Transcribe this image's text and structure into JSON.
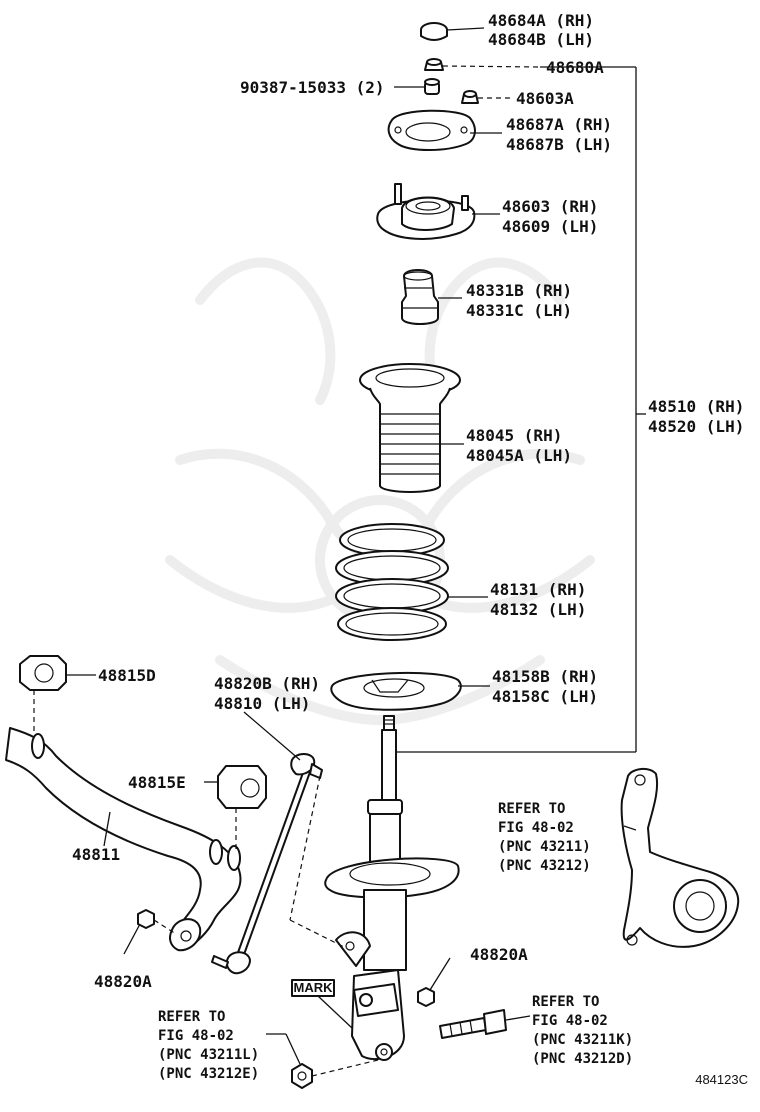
{
  "diagram": {
    "figure_code": "484123C",
    "mark_label": "MARK",
    "labels": {
      "p48684": [
        "48684A (RH)",
        "48684B (LH)"
      ],
      "p48680": [
        "48680A"
      ],
      "p90387": [
        "90387-15033 (2)"
      ],
      "p48603a": [
        "48603A"
      ],
      "p48687": [
        "48687A (RH)",
        "48687B (LH)"
      ],
      "p48603": [
        "48603 (RH)",
        "48609 (LH)"
      ],
      "p48331": [
        "48331B (RH)",
        "48331C (LH)"
      ],
      "p48510": [
        "48510 (RH)",
        "48520 (LH)"
      ],
      "p48045": [
        "48045 (RH)",
        "48045A (LH)"
      ],
      "p48131": [
        "48131 (RH)",
        "48132 (LH)"
      ],
      "p48158": [
        "48158B (RH)",
        "48158C (LH)"
      ],
      "p48815d": [
        "48815D"
      ],
      "p48820b": [
        "48820B (RH)",
        "48810 (LH)"
      ],
      "p48815e": [
        "48815E"
      ],
      "p48811": [
        "48811"
      ],
      "p48820a_left": [
        "48820A"
      ],
      "p48820a_right": [
        "48820A"
      ],
      "ref_knuckle": [
        "REFER TO",
        "FIG 48-02",
        "(PNC 43211)",
        "(PNC 43212)"
      ],
      "ref_bottom_left": [
        "REFER TO",
        "FIG 48-02",
        "(PNC 43211L)",
        "(PNC 43212E)"
      ],
      "ref_bottom_right": [
        "REFER TO",
        "FIG 48-02",
        "(PNC 43211K)",
        "(PNC 43212D)"
      ]
    }
  }
}
